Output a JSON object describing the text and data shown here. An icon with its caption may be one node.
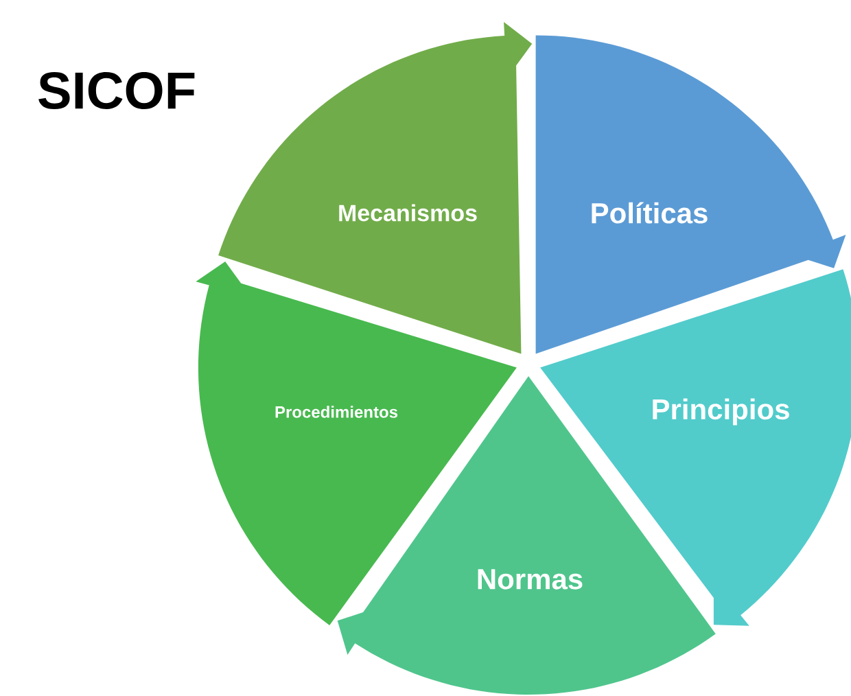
{
  "diagram": {
    "title": "SICOF",
    "nodes": [
      {
        "text": [
          "Políticas"
        ]
      },
      {
        "text": [
          "Principios"
        ]
      },
      {
        "text": [
          "Normas"
        ]
      },
      {
        "text": [
          "Procedimientos"
        ]
      },
      {
        "text": [
          "Mecanismos"
        ]
      }
    ]
  }
}
